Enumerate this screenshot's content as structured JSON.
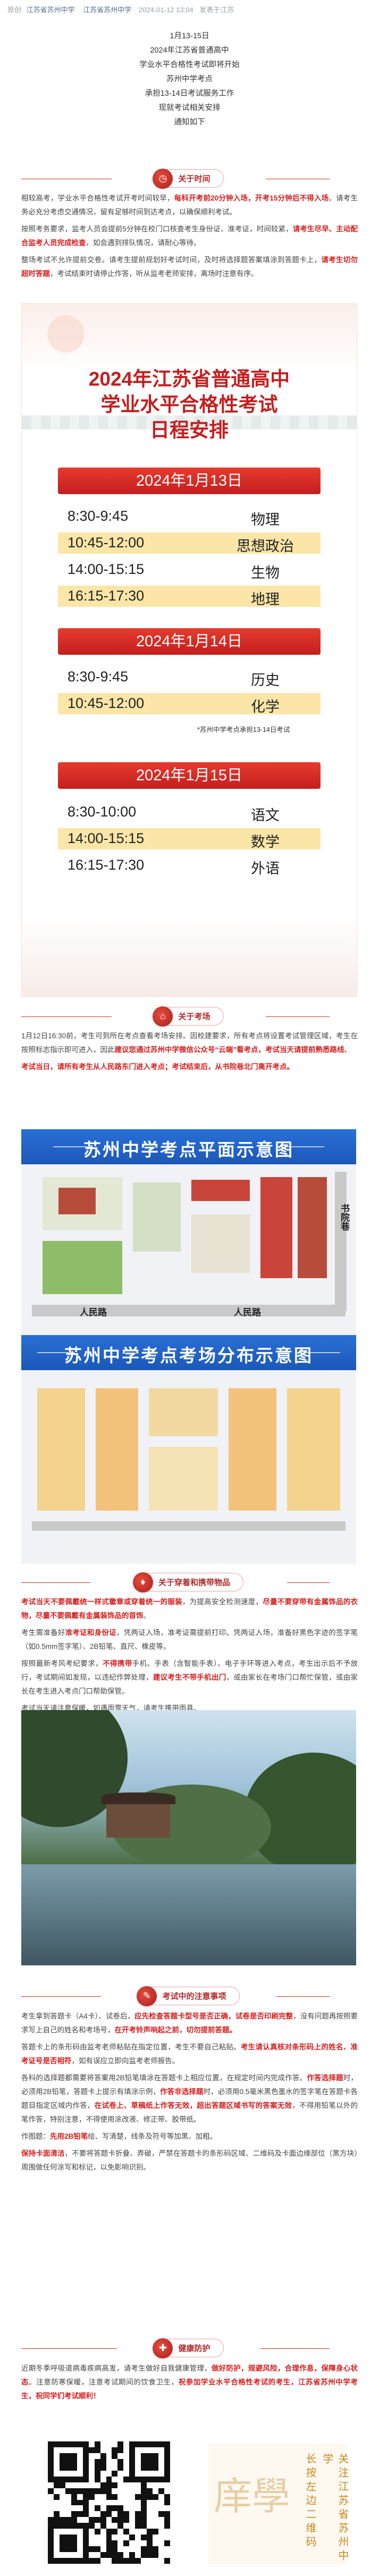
{
  "header": {
    "tag": "原创",
    "account": "江苏省苏州中学",
    "source": "江苏省苏州中学",
    "datetime": "2024-01-12 13:04",
    "location": "发表于江苏"
  },
  "intro": [
    "1月13-15日",
    "2024年江苏省普通高中",
    "学业水平合格性考试即将开始",
    "苏州中学考点",
    "承担13-14日考试服务工作",
    "现就考试相关安排",
    "通知如下"
  ],
  "sec1": {
    "title": "关于时间",
    "p1_a": "相较高考，学业水平合格性考试开考时间较早，",
    "p1_b": "每科开考前20分钟入场，开考15分钟后不得入场",
    "p1_c": "。请考生务必充分考虑交通情况，留有足够时间到达考点，以确保顺利考试。",
    "p2_a": "按照考务要求，监考人员会提前5分钟在校门口核查考生身份证、准考证，时间较紧，",
    "p2_b": "请考生尽早、主动配合监考人员完成检查",
    "p2_c": "，如会遇到排队情况，请耐心等待。",
    "p3_a": "整场考试不允许提前交卷。请考生提前规划好考试时间，及时将选择题答案填涂到答题卡上，",
    "p3_b": "请考生切勿超时答题",
    "p3_c": "，考试结束时请停止作答，听从监考老师安排，离场时注意有序。"
  },
  "poster": {
    "title_line1": "2024年江苏省普通高中",
    "title_line2": "学业水平合格性考试",
    "title_line3": "日程安排",
    "days": [
      {
        "date": "2024年1月13日",
        "rows": [
          {
            "time": "8:30-9:45",
            "subject": "物理"
          },
          {
            "time": "10:45-12:00",
            "subject": "思想政治"
          },
          {
            "time": "14:00-15:15",
            "subject": "生物"
          },
          {
            "time": "16:15-17:30",
            "subject": "地理"
          }
        ]
      },
      {
        "date": "2024年1月14日",
        "rows": [
          {
            "time": "8:30-9:45",
            "subject": "历史"
          },
          {
            "time": "10:45-12:00",
            "subject": "化学"
          }
        ]
      },
      {
        "date": "2024年1月15日",
        "rows": [
          {
            "time": "8:30-10:00",
            "subject": "语文"
          },
          {
            "time": "14:00-15:15",
            "subject": "数学"
          },
          {
            "time": "16:15-17:30",
            "subject": "外语"
          }
        ]
      }
    ],
    "note": "*苏州中学考点承担13-14日考试"
  },
  "sec2": {
    "title": "关于考场",
    "p1_a": "1月12日16:30前，考生可到所在考点查看考场安排。因校建要求，所有考点将设置考试管理区域，考生在按照标志指示即可进入，因此",
    "p1_b": "建议您通过苏州中学微信公众号“云端”看考点，考试当天请提前熟悉路线",
    "p1_c": "。",
    "p2": "考试当日，请所有考生从人民路东门进入考点；考试结束后，从书院巷北门离开考点。"
  },
  "map1": {
    "title": "苏州中学考点平面示意图",
    "road_bottom": "人民路",
    "road_bottom2": "人民路",
    "road_right": "书院巷"
  },
  "map2": {
    "title": "苏州中学考点考场分布示意图"
  },
  "sec3": {
    "title": "关于穿着和携带物品",
    "p1_a": "考试当天不要佩戴统一样式徽章或穿着统一的服装",
    "p1_b": "，为提高安全检测速度，",
    "p1_c": "尽量不要穿带有金属饰品的衣物，尽量不要佩戴有金属装饰品的首饰",
    "p1_d": "。",
    "p2_a": "考生需准备好",
    "p2_b": "准考证和身份证",
    "p2_c": "，凭两证入场，准考证需提前打印。凭两证入场，准备好黑色字迹的签字笔（如0.5mm签字笔）、2B铅笔、直尺、橡皮等。",
    "p3_a": "按照最新考风考纪要求，",
    "p3_b": "不得携带",
    "p3_c": "手机、手表（含智能手表）、电子手环等进入考点，考生出示后不予放行，考试期间如发现，以违纪作弊处理，",
    "p3_d": "建议考生不带手机出门",
    "p3_e": "，或由家长在考场门口帮忙保管，或由家长在考生进入考点门口帮助保管。",
    "p4": "考试当天请注意保暖，如遇雨雪天气，请考生携带雨具。"
  },
  "sec4": {
    "title": "考试中的注意事项",
    "p1_a": "考生拿到答题卡（A4卡）、试卷后，",
    "p1_b": "应先检查答题卡型号是否正确，试卷是否印刷完整",
    "p1_c": "，没有问题再按照要求写上自己的姓名和考场号，",
    "p1_d": "在开考铃声响起之前，切勿提前答题。",
    "p2_a": "答题卡上的条形码由监考老师粘贴在指定位置，考生不要自己粘贴。",
    "p2_b": "考生请认真核对条形码上的姓名、准考证号是否相符",
    "p2_c": "，如有误应立即向监考老师报告。",
    "p3_a": "各科的选择题都需要将答案用2B铅笔填涂在答题卡上相应位置，在规定时间内完成作答。",
    "p3_b": "作答选择题",
    "p3_c": "时，必须用2B铅笔",
    "p3_d": "，答题卡上提示有填涂示例，",
    "p3_e": "作答非选择题",
    "p3_f": "时，必须用0.5毫米黑色墨水的签字笔",
    "p3_g": "在答题卡各题目指定区域内作答，",
    "p3_h": "在试卷上、草稿纸上作答无效，超出答题区域书写的答案无效",
    "p3_i": "，不得用铅笔以外的笔作答，特别注意，不得使用涂改液、修正带、胶带纸。",
    "p4_a": "作图题：",
    "p4_b": "先用2B铅笔",
    "p4_c": "绘、写清楚，线条及符号等加黑、加粗。",
    "p5_a": "保持卡面清洁",
    "p5_b": "，不要将答题卡折叠、弄破，严禁在答题卡的条形码区域、二维码及卡面边缘部位（黑方块）周围做任何涂写和标记，以免影响识别。"
  },
  "sec5": {
    "title": "健康防护",
    "p1_a": "近期冬季呼吸道病毒疾病高发，请考生做好自我健康管理，",
    "p1_b": "做好防护，规避风险，合理作息，保障身心状态",
    "p1_c": "。注意防寒保暖，注意考试期间的饮食卫生，",
    "p1_d": "祝参加学业水平合格性考试的考生，江苏省苏州中学考生，祝同学们考试顺利！"
  },
  "footer": {
    "stamp_big": "庠學",
    "stamp_v1": "长按左边二维码",
    "stamp_v2": "关注江苏省苏州中学"
  }
}
